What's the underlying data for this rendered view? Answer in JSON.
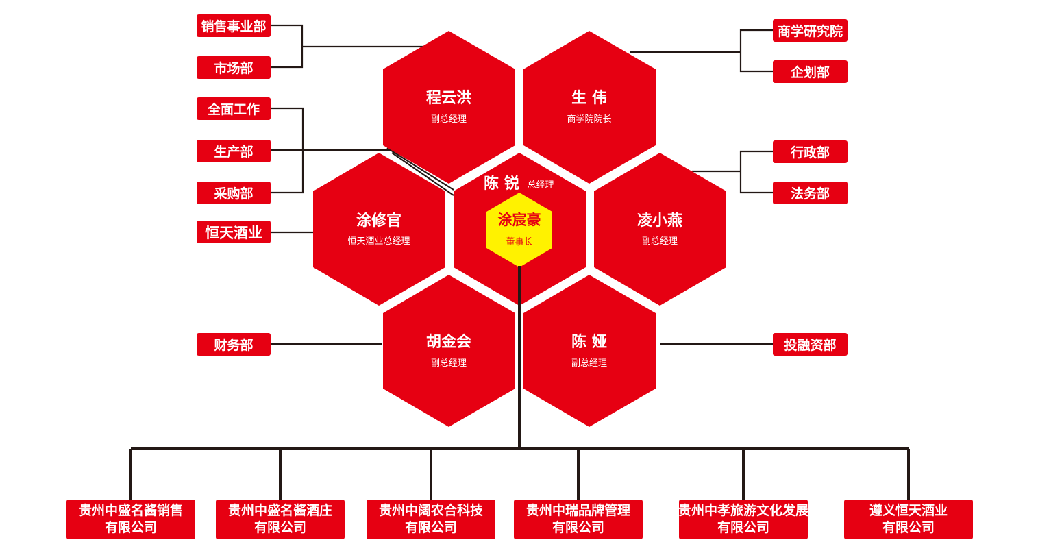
{
  "center": {
    "name": "涂宸豪",
    "title": "董事长",
    "color": "#fff200"
  },
  "gm": {
    "name": "陈 锐",
    "title": "总经理"
  },
  "hexes": [
    {
      "id": "cheng",
      "name": "程云洪",
      "title": "副总经理"
    },
    {
      "id": "sheng",
      "name": "生 伟",
      "title": "商学院院长"
    },
    {
      "id": "tu",
      "name": "涂修官",
      "title": "恒天酒业总经理"
    },
    {
      "id": "ling",
      "name": "凌小燕",
      "title": "副总经理"
    },
    {
      "id": "hu",
      "name": "胡金会",
      "title": "副总经理"
    },
    {
      "id": "chenya",
      "name": "陈 娅",
      "title": "副总经理"
    }
  ],
  "departments": {
    "sales": "销售事业部",
    "market": "市场部",
    "overall": "全面工作",
    "production": "生产部",
    "purchase": "采购部",
    "hengtian": "恒天酒业",
    "finance": "财务部",
    "academy": "商学研究院",
    "planning": "企划部",
    "admin": "行政部",
    "legal": "法务部",
    "investment": "投融资部"
  },
  "companies": [
    {
      "line1": "贵州中盛名酱销售",
      "line2": "有限公司"
    },
    {
      "line1": "贵州中盛名酱酒庄",
      "line2": "有限公司"
    },
    {
      "line1": "贵州中阔农合科技",
      "line2": "有限公司"
    },
    {
      "line1": "贵州中瑞品牌管理",
      "line2": "有限公司"
    },
    {
      "line1": "贵州中孝旅游文化发展",
      "line2": "有限公司"
    },
    {
      "line1": "遵义恒天酒业",
      "line2": "有限公司"
    }
  ],
  "colors": {
    "primary": "#e60012",
    "highlight": "#fff200",
    "line": "#231815"
  }
}
